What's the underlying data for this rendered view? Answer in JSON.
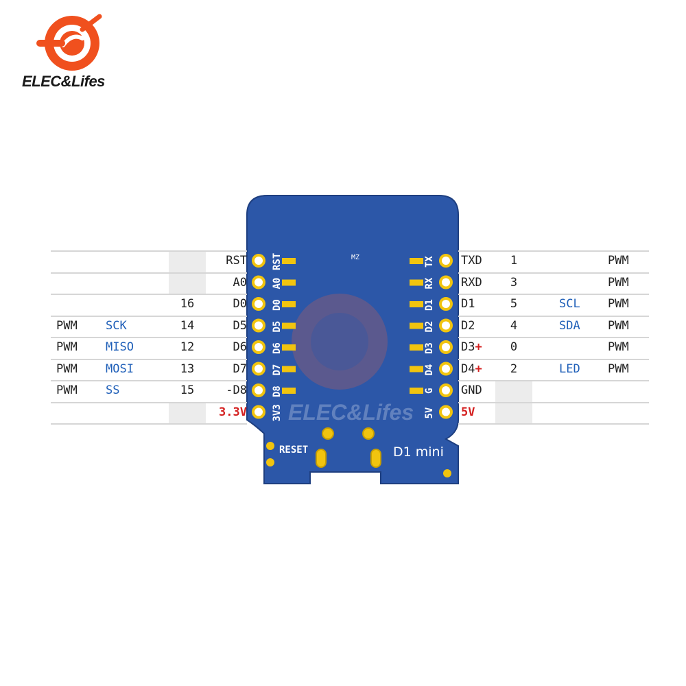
{
  "brand": {
    "name": "ELEC&Lifes",
    "accent": "#f0501e"
  },
  "board": {
    "title": "D1 mini",
    "reset_label": "RESET",
    "marking": "MZ",
    "watermark": "ELEC&Lifes",
    "left_silk": [
      "RST",
      "A0",
      "D0",
      "D5",
      "D6",
      "D7",
      "D8",
      "3V3"
    ],
    "right_silk": [
      "TX",
      "RX",
      "D1",
      "D2",
      "D3",
      "D4",
      "G",
      "5V"
    ],
    "color": "#2c57a8"
  },
  "left_rows": [
    {
      "func": "",
      "alt": "",
      "gpio": "",
      "pin": "RST"
    },
    {
      "func": "",
      "alt": "",
      "gpio": "",
      "pin": "A0"
    },
    {
      "func": "",
      "alt": "",
      "gpio": "16",
      "pin": "D0"
    },
    {
      "func": "PWM",
      "alt": "SCK",
      "gpio": "14",
      "pin": "D5"
    },
    {
      "func": "PWM",
      "alt": "MISO",
      "gpio": "12",
      "pin": "D6"
    },
    {
      "func": "PWM",
      "alt": "MOSI",
      "gpio": "13",
      "pin": "D7"
    },
    {
      "func": "PWM",
      "alt": "SS",
      "gpio": "15",
      "pin": "-D8"
    },
    {
      "func": "",
      "alt": "",
      "gpio": "",
      "pin": "3.3V"
    }
  ],
  "right_rows": [
    {
      "pin": "TXD",
      "plus": "",
      "gpio": "1",
      "alt": "",
      "func": "PWM"
    },
    {
      "pin": "RXD",
      "plus": "",
      "gpio": "3",
      "alt": "",
      "func": "PWM"
    },
    {
      "pin": "D1",
      "plus": "",
      "gpio": "5",
      "alt": "SCL",
      "func": "PWM"
    },
    {
      "pin": "D2",
      "plus": "",
      "gpio": "4",
      "alt": "SDA",
      "func": "PWM"
    },
    {
      "pin": "D3",
      "plus": "+",
      "gpio": "0",
      "alt": "",
      "func": "PWM"
    },
    {
      "pin": "D4",
      "plus": "+",
      "gpio": "2",
      "alt": "LED",
      "func": "PWM"
    },
    {
      "pin": "GND",
      "plus": "",
      "gpio": "",
      "alt": "",
      "func": ""
    },
    {
      "pin": "5V",
      "plus": "",
      "gpio": "",
      "alt": "",
      "func": ""
    }
  ]
}
